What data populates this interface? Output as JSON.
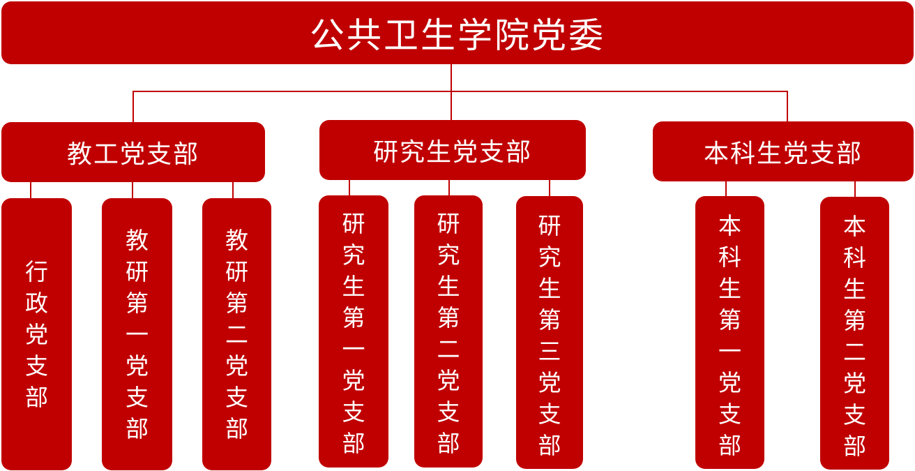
{
  "colors": {
    "box_fill": "#c00000",
    "text": "#ffffff",
    "connector": "#c00000",
    "background": "#ffffff"
  },
  "root": {
    "label": "公共卫生学院党委"
  },
  "branches": [
    {
      "label": "教工党支部",
      "children": [
        {
          "label": "行政党支部"
        },
        {
          "label": "教研第一党支部"
        },
        {
          "label": "教研第二党支部"
        }
      ]
    },
    {
      "label": "研究生党支部",
      "children": [
        {
          "label": "研究生第一党支部"
        },
        {
          "label": "研究生第二党支部"
        },
        {
          "label": "研究生第三党支部"
        }
      ]
    },
    {
      "label": "本科生党支部",
      "children": [
        {
          "label": "本科生第一党支部"
        },
        {
          "label": "本科生第二党支部"
        }
      ]
    }
  ]
}
